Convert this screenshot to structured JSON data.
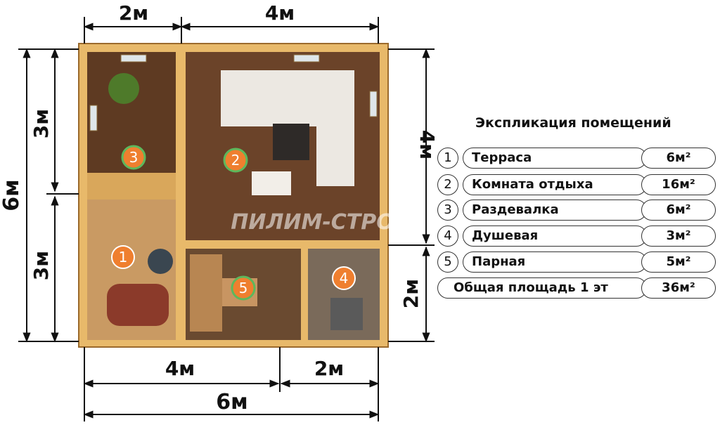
{
  "dimensions": {
    "top_left": "2м",
    "top_right": "4м",
    "left_total": "6м",
    "left_upper": "3м",
    "left_lower": "3м",
    "right_upper": "4м",
    "right_lower": "2м",
    "bottom_left": "4м",
    "bottom_right": "2м",
    "bottom_total": "6м"
  },
  "room_markers": [
    "1",
    "2",
    "3",
    "4",
    "5"
  ],
  "explication": {
    "title": "Экспликация помещений",
    "rows": [
      {
        "num": "1",
        "name": "Терраса",
        "area": "6м²"
      },
      {
        "num": "2",
        "name": "Комната отдыха",
        "area": "16м²"
      },
      {
        "num": "3",
        "name": "Раздевалка",
        "area": "6м²"
      },
      {
        "num": "4",
        "name": "Душевая",
        "area": "3м²"
      },
      {
        "num": "5",
        "name": "Парная",
        "area": "5м²"
      }
    ],
    "total": {
      "name": "Общая площадь 1 эт",
      "area": "36м²"
    }
  },
  "watermark": "ПИЛИМ-СТРОИМ",
  "colors": {
    "wall": "#e8b96a",
    "floor_dark": "#5e3a22",
    "floor_light": "#c99a63",
    "marker": "#ef7f2f",
    "marker_ring": "#5cb85c"
  }
}
